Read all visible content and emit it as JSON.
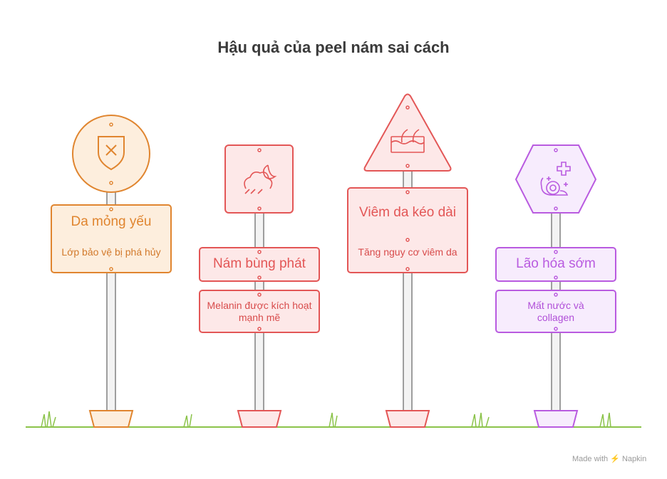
{
  "title": "Hậu quả của peel nám sai cách",
  "colors": {
    "orange": "#e0852f",
    "red": "#e35656",
    "purple": "#b95be0",
    "ground": "#8bc34a"
  },
  "signs": [
    {
      "icon": "shield-x-icon",
      "heading": "Da mỏng yếu",
      "detail": "Lớp bảo vệ bị phá hủy"
    },
    {
      "icon": "storm-cloud-icon",
      "heading": "Nám bùng phát",
      "detail": "Melanin được kích hoạt mạnh mẽ"
    },
    {
      "icon": "skin-layer-icon",
      "heading": "Viêm da kéo dài",
      "detail": "Tăng nguy cơ viêm da"
    },
    {
      "icon": "snail-plus-icon",
      "heading": "Lão hóa sớm",
      "detail": "Mất nước và collagen"
    }
  ],
  "footer": "Made with ⚡ Napkin"
}
